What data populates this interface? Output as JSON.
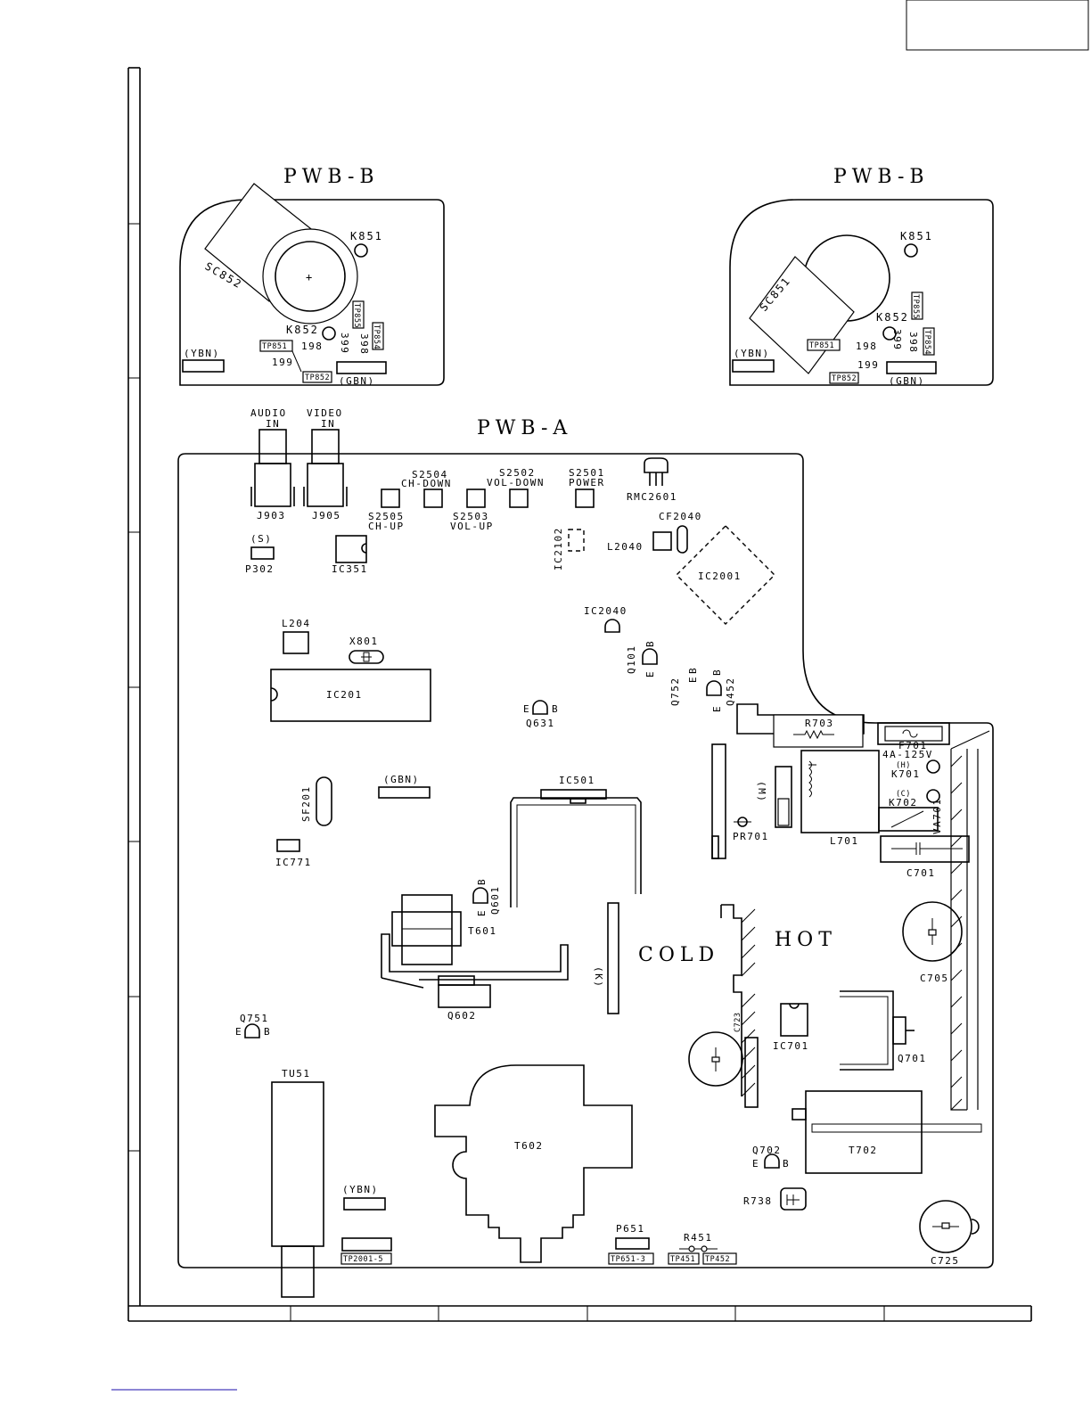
{
  "boards": {
    "pwb_b_left": {
      "title": "PWB-B",
      "labels": {
        "k851": "K851",
        "k852": "K852",
        "sc852": "SC852",
        "tp851": "TP851",
        "tp852": "TP852",
        "tp855": "TP855",
        "tp854": "TP854",
        "n198": "198",
        "n199": "199",
        "n399": "399",
        "n398": "398",
        "ybn": "(YBN)",
        "gbn": "(GBN)",
        "plus": "+"
      }
    },
    "pwb_b_right": {
      "title": "PWB-B",
      "labels": {
        "k851": "K851",
        "k852": "K852",
        "sc851": "SC851",
        "tp851": "TP851",
        "tp852": "TP852",
        "tp855": "TP855",
        "tp854": "TP854",
        "n198": "198",
        "n199": "199",
        "n399": "399",
        "n398": "398",
        "ybn": "(YBN)",
        "gbn": "(GBN)"
      }
    },
    "pwb_a": {
      "title": "PWB-A",
      "labels": {
        "audio_in": "AUDIO",
        "audio_in2": "IN",
        "video_in": "VIDEO",
        "video_in2": "IN",
        "j903": "J903",
        "j905": "J905",
        "s2504": "S2504",
        "ch_down": "CH-DOWN",
        "s2502": "S2502",
        "vol_down": "VOL-DOWN",
        "s2501": "S2501",
        "power": "POWER",
        "s2505": "S2505",
        "ch_up": "CH-UP",
        "s2503": "S2503",
        "vol_up": "VOL-UP",
        "rmc2601": "RMC2601",
        "cf2040": "CF2040",
        "l2040": "L2040",
        "ic2102": "IC2102",
        "ic2001": "IC2001",
        "s": "(S)",
        "p302": "P302",
        "ic351": "IC351",
        "ic2040": "IC2040",
        "q101": "Q101",
        "l204": "L204",
        "x801": "X801",
        "ic201": "IC201",
        "q752": "Q752",
        "q452": "Q452",
        "q631": "Q631",
        "e": "E",
        "b": "B",
        "r703": "R703",
        "f701": "F701",
        "fuse_rating": "4A-125V",
        "h": "(H)",
        "k701": "K701",
        "c_paren": "(C)",
        "k702": "K702",
        "va701": "VA701",
        "m": "(M)",
        "pr701": "PR701",
        "l701": "L701",
        "c701": "C701",
        "sf201": "SF201",
        "gbn": "(GBN)",
        "ic501": "IC501",
        "ic771": "IC771",
        "q601": "Q601",
        "t601": "T601",
        "q602": "Q602",
        "k": "(K)",
        "cold": "COLD",
        "hot": "HOT",
        "c705": "C705",
        "q751": "Q751",
        "c723": "C723",
        "ic701": "IC701",
        "q701": "Q701",
        "tu51": "TU51",
        "t602": "T602",
        "t702": "T702",
        "q702": "Q702",
        "r738": "R738",
        "ybn": "(YBN)",
        "tp2001_5": "TP2001-5",
        "p651": "P651",
        "tp651_3": "TP651-3",
        "r451": "R451",
        "tp451": "TP451",
        "tp452": "TP452",
        "c725": "C725"
      }
    }
  },
  "colors": {
    "line": "#000000",
    "page": "#ffffff",
    "link": "#1a0dab"
  }
}
